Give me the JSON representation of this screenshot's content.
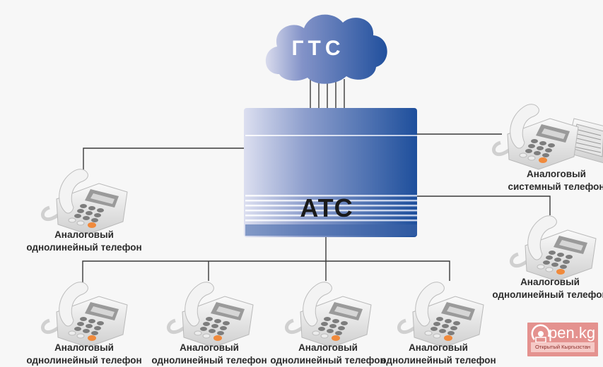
{
  "diagram": {
    "cloud": {
      "label": "ГТС",
      "icon": "cloud-icon"
    },
    "pbx": {
      "label": "АТС",
      "icon": "pbx-box-icon"
    },
    "system_phone": {
      "line1": "Аналоговый",
      "line2": "системный телефон",
      "icon": "system-phone-icon"
    },
    "phones": [
      {
        "line1": "Аналоговый",
        "line2": "однолинейный телефон",
        "icon": "phone-icon"
      },
      {
        "line1": "Аналоговый",
        "line2": "однолинейный телефон",
        "icon": "phone-icon"
      },
      {
        "line1": "Аналоговый",
        "line2": "однолинейный телефон",
        "icon": "phone-icon"
      },
      {
        "line1": "Аналоговый",
        "line2": "однолинейный телефон",
        "icon": "phone-icon"
      },
      {
        "line1": "Аналоговый",
        "line2": "однолинейный телефон",
        "icon": "phone-icon"
      },
      {
        "line1": "Аналоговый",
        "line2": "однолинейный телефон",
        "icon": "phone-icon"
      }
    ],
    "trunk_line_count": 5,
    "colors": {
      "blue_dark": "#1f4e9a",
      "blue_light": "#d6dcec",
      "line": "#3a3a3a",
      "label": "#2b2b2b",
      "accent_button": "#f08a3c"
    }
  },
  "watermark": {
    "brand": "pen.kg",
    "subtitle": "Открытый Кыргызстан",
    "icon": "open-kg-logo-icon"
  }
}
